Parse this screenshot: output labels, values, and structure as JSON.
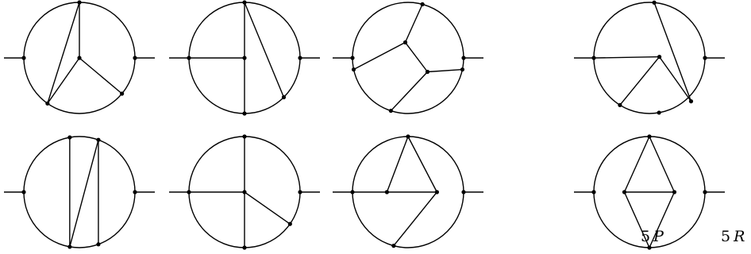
{
  "figure": {
    "groups": [
      {
        "id": "P",
        "label_number": "5",
        "label_letter": "P",
        "diagrams": [
          {
            "row": 0,
            "col": 0,
            "kind": "p1"
          },
          {
            "row": 0,
            "col": 1,
            "kind": "p2"
          },
          {
            "row": 0,
            "col": 2,
            "kind": "p3"
          },
          {
            "row": 1,
            "col": 0,
            "kind": "p4"
          },
          {
            "row": 1,
            "col": 1,
            "kind": "p5"
          },
          {
            "row": 1,
            "col": 2,
            "kind": "p6"
          }
        ]
      },
      {
        "id": "R",
        "label_number": "5",
        "label_letter": "R",
        "diagrams": [
          {
            "row": 0,
            "col": 3,
            "kind": "r1"
          },
          {
            "row": 1,
            "col": 3,
            "kind": "r2"
          }
        ]
      }
    ],
    "stroke_color": "#000000",
    "vertex_color": "#000000",
    "background": "#ffffff"
  }
}
